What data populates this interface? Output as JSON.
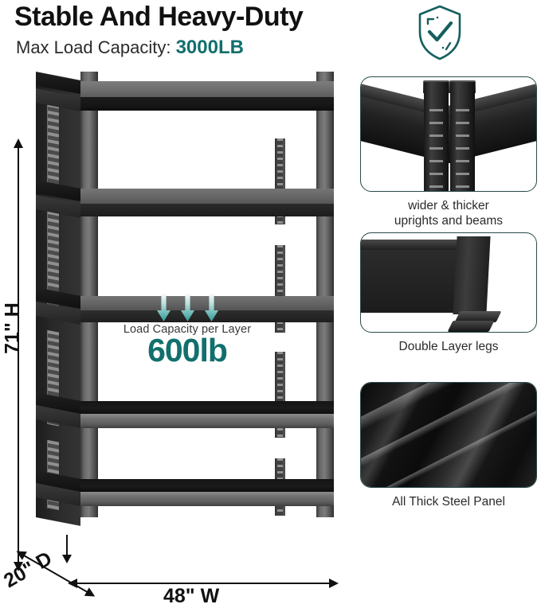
{
  "header": {
    "title": "Stable And Heavy-Duty",
    "subtitle_label": "Max Load Capacity:",
    "subtitle_value": "3000LB",
    "badge_icon": "shield-check-icon"
  },
  "theme": {
    "accent_teal": "#11706d",
    "arrow_teal": "#2f9a96",
    "panel_border": "#2a4b4a",
    "title_color": "#111111",
    "body_text": "#2b2b2b"
  },
  "product": {
    "alt_name": "5-tier heavy duty steel shelving unit",
    "shelf_count": 5,
    "load_callout": {
      "label": "Load Capacity per Layer",
      "value": "600lb",
      "arrow_count": 3,
      "arrow_icon": "down-arrow-icon"
    },
    "dimensions": {
      "height": "71\" H",
      "width": "48\" W",
      "depth": "20\" D"
    }
  },
  "features": [
    {
      "id": "uprights",
      "caption_line1": "wider & thicker",
      "caption_line2": "uprights and beams",
      "image_alt": "close-up of shelving upright and beam joint"
    },
    {
      "id": "legs",
      "caption_line1": "Double Layer legs",
      "caption_line2": "",
      "image_alt": "close-up of double layer leg foot"
    },
    {
      "id": "steel",
      "caption_line1": "All Thick Steel Panel",
      "caption_line2": "",
      "image_alt": "close-up of glossy thick steel panel surface"
    }
  ]
}
